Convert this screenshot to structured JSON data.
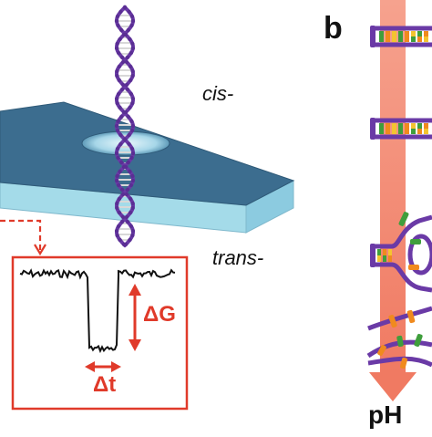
{
  "labels": {
    "cis": "cis-",
    "trans": "trans-",
    "panel_b": "b",
    "ph": "pH",
    "delta_g": "ΔG",
    "delta_t": "Δt"
  },
  "colors": {
    "membrane_top": "#3c6d8f",
    "membrane_side": "#a4dbe9",
    "dna_backbone": "#6a3aa6",
    "dna_base": "#d8d8d8",
    "signal_red": "#e03a2a",
    "ph_arrow": "#f2826a",
    "base_green": "#3f9e3c",
    "base_orange": "#f08a1e"
  },
  "icons": [
    "dna-helix",
    "nanopore",
    "current-trace",
    "ph-gradient-arrow"
  ]
}
